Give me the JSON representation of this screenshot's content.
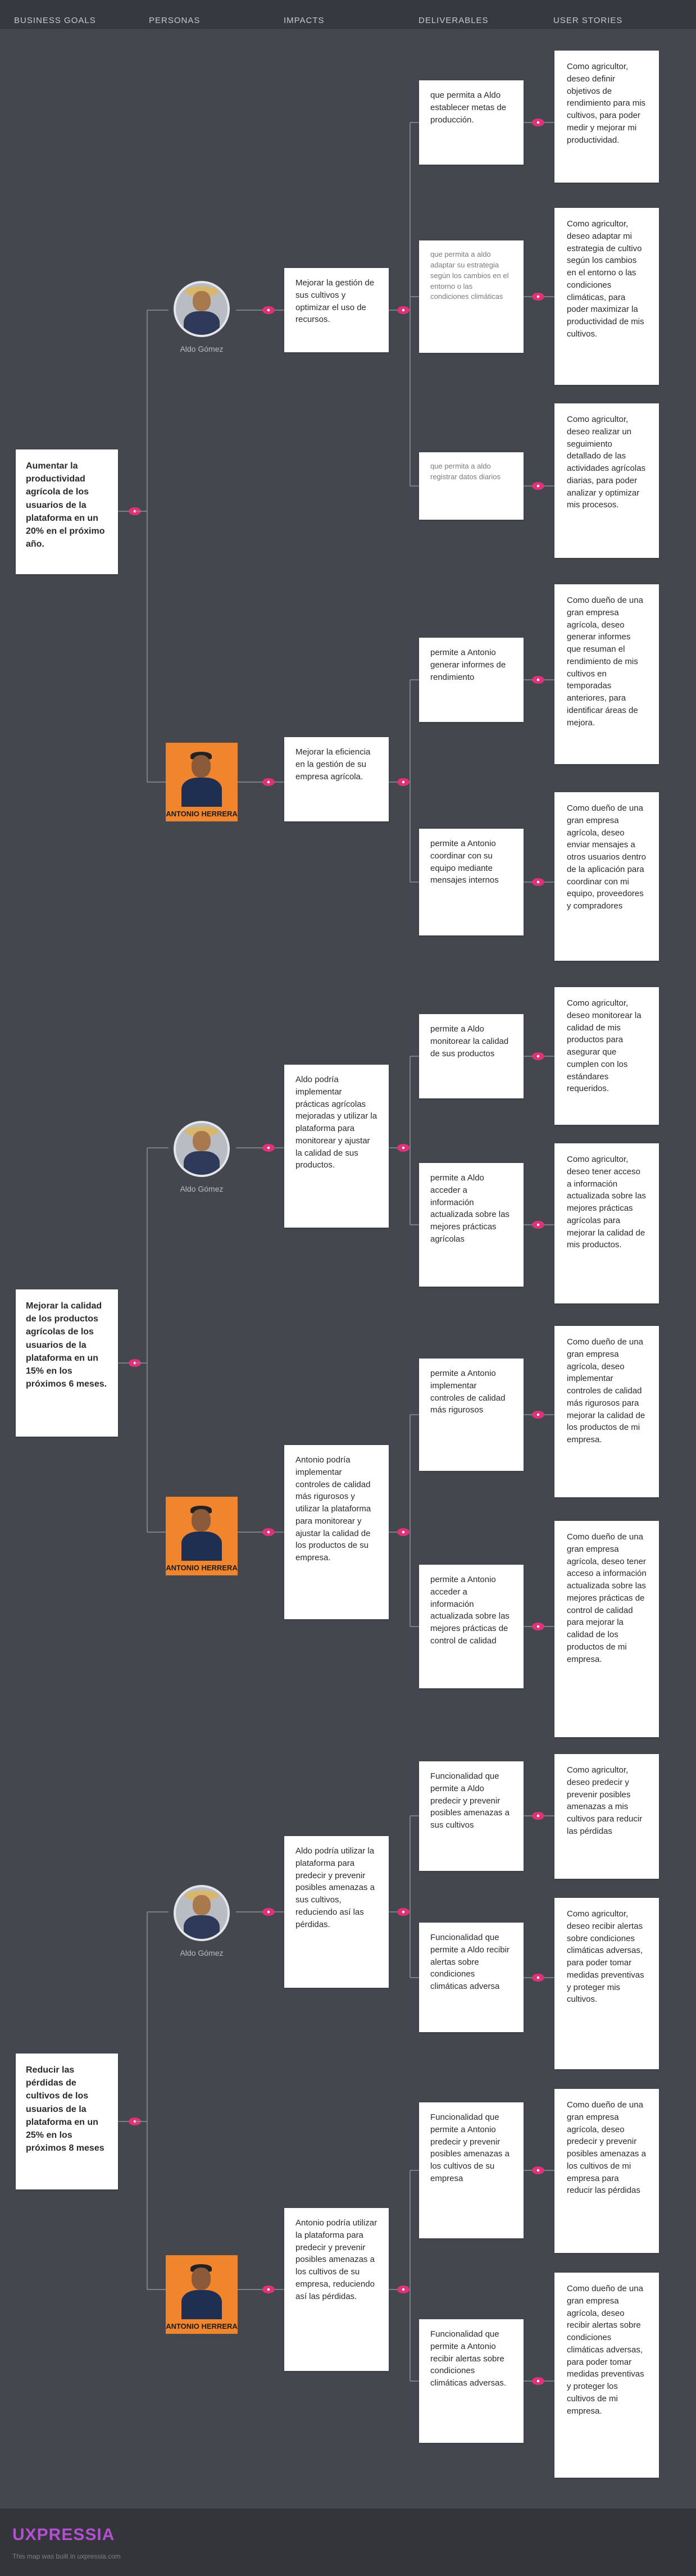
{
  "columns": [
    "BUSINESS GOALS",
    "PERSONAS",
    "IMPACTS",
    "DELIVERABLES",
    "USER STORIES"
  ],
  "goals": [
    "Aumentar la productividad agrícola de los usuarios de la plataforma en un 20% en el próximo año.",
    "Mejorar la calidad de los productos agrícolas de los usuarios de la plataforma en un 15% en los próximos 6 meses.",
    "Reducir las pérdidas de cultivos de los usuarios de la plataforma en un 25% en los próximos 8 meses"
  ],
  "personas": {
    "aldo": "Aldo Gómez",
    "antonio": "ANTONIO HERRERA"
  },
  "impacts": [
    "Mejorar la gestión de sus cultivos y optimizar el uso de recursos.",
    "Mejorar la eficiencia en la gestión de su empresa agrícola.",
    "Aldo podría implementar prácticas agrícolas mejoradas y utilizar la plataforma para monitorear y ajustar la calidad de sus productos.",
    " Antonio podría implementar controles de calidad más rigurosos y utilizar la plataforma para monitorear y ajustar la calidad de los productos de su empresa.",
    "Aldo podría utilizar la plataforma para predecir y prevenir posibles amenazas a sus cultivos, reduciendo así las pérdidas.",
    "Antonio podría utilizar la plataforma para predecir y prevenir posibles amenazas a los cultivos de su empresa, reduciendo así las pérdidas."
  ],
  "deliverables": [
    " que permita a Aldo establecer metas de producción.",
    "que permita a aldo adaptar su estrategia según los cambios en el entorno o las condiciones climáticas",
    "que permita a aldo registrar datos diarios",
    "permite a Antonio generar informes de rendimiento",
    "permite a Antonio coordinar con su equipo mediante mensajes internos",
    "permite a Aldo monitorear la calidad de sus productos",
    " permite a Aldo acceder a información actualizada sobre las mejores prácticas agrícolas",
    "permite a Antonio implementar controles de calidad más rigurosos",
    "permite a Antonio acceder a información actualizada sobre las mejores prácticas de control de calidad",
    " Funcionalidad que permite a Aldo predecir y prevenir posibles amenazas a sus cultivos",
    "Funcionalidad que permite a Aldo recibir alertas sobre condiciones climáticas adversa",
    "Funcionalidad que permite a Antonio predecir y prevenir posibles amenazas a los cultivos de su empresa",
    "Funcionalidad que permite a Antonio recibir alertas sobre condiciones climáticas adversas."
  ],
  "stories": [
    "Como agricultor, deseo definir objetivos de rendimiento para mis cultivos, para poder medir y mejorar mi productividad.",
    "Como agricultor, deseo adaptar mi estrategia de cultivo según los cambios en el entorno o las condiciones climáticas, para poder maximizar la productividad de mis cultivos.",
    "Como agricultor, deseo realizar un seguimiento detallado de las actividades agrícolas diarias, para poder analizar y optimizar mis procesos.",
    "Como dueño de una gran empresa agrícola, deseo generar informes que resuman el rendimiento de mis cultivos en temporadas anteriores, para identificar áreas de mejora.",
    "Como dueño de una gran empresa agrícola, deseo enviar mensajes a otros usuarios dentro de la aplicación para coordinar con mi equipo, proveedores y compradores",
    "Como agricultor, deseo monitorear la calidad de mis productos para asegurar que cumplen con los estándares requeridos.",
    "Como agricultor, deseo tener acceso a información actualizada sobre las mejores prácticas agrícolas para mejorar la calidad de mis productos.",
    "Como dueño de una gran empresa agrícola, deseo implementar controles de calidad más rigurosos para mejorar la calidad de los productos de mi empresa.",
    "Como dueño de una gran empresa agrícola, deseo tener acceso a información actualizada sobre las mejores prácticas de control de calidad para mejorar la calidad de los productos de mi empresa.",
    "Como agricultor, deseo predecir y prevenir posibles amenazas a mis cultivos para reducir las pérdidas",
    "Como agricultor, deseo recibir alertas sobre condiciones climáticas adversas, para poder tomar medidas preventivas y proteger mis cultivos.",
    "Como dueño de una gran empresa agrícola, deseo predecir y prevenir posibles amenazas a los cultivos de mi empresa para reducir las pérdidas",
    "Como dueño de una gran empresa agrícola, deseo recibir alertas sobre condiciones climáticas adversas, para poder tomar medidas preventivas y proteger los cultivos de mi empresa."
  ],
  "footer": {
    "logo": "UXPRESSIA",
    "note": "This map was built in uxpressia.com"
  },
  "colors": {
    "background": "#45474f",
    "header": "#373940",
    "connector": "#8d9098",
    "node": "#e0317b",
    "persona_square": "#f0852d"
  }
}
